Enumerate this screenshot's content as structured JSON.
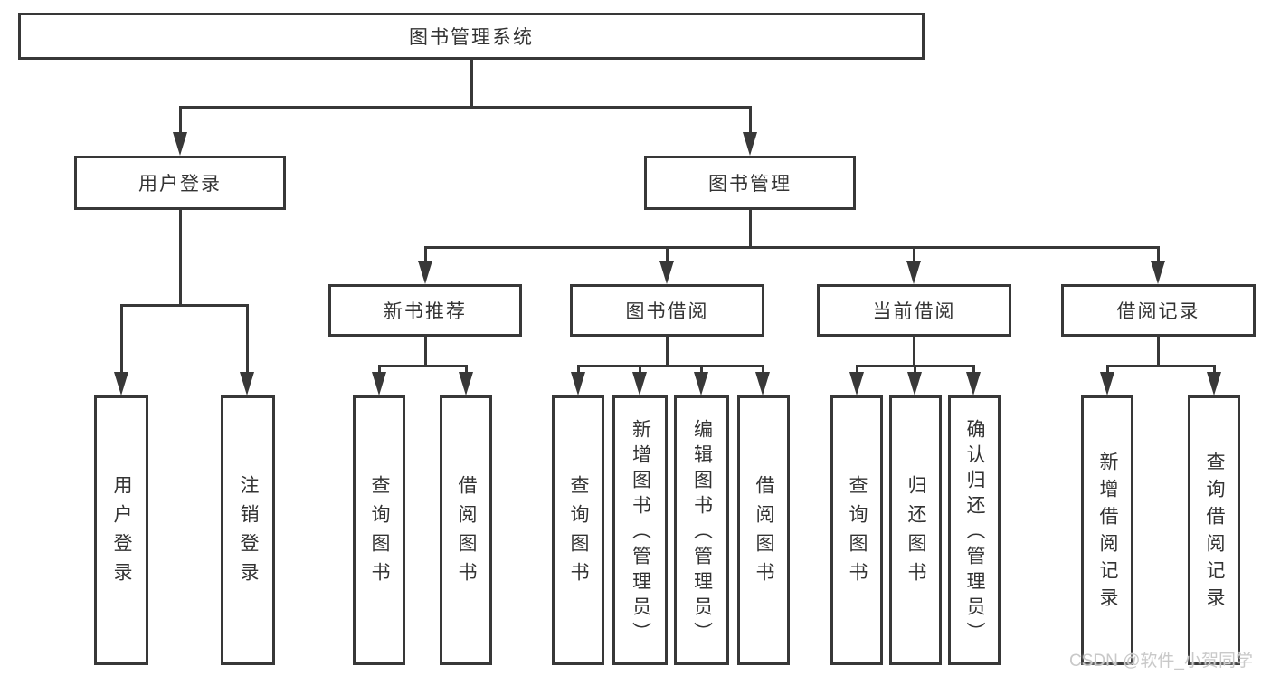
{
  "tree": {
    "label": "图书管理系统",
    "children": [
      {
        "label": "用户登录",
        "children": [
          {
            "label": "用户登录"
          },
          {
            "label": "注销登录"
          }
        ]
      },
      {
        "label": "图书管理",
        "children": [
          {
            "label": "新书推荐",
            "children": [
              {
                "label": "查询图书"
              },
              {
                "label": "借阅图书"
              }
            ]
          },
          {
            "label": "图书借阅",
            "children": [
              {
                "label": "查询图书"
              },
              {
                "label": "新增图书（管理员）"
              },
              {
                "label": "编辑图书（管理员）"
              },
              {
                "label": "借阅图书"
              }
            ]
          },
          {
            "label": "当前借阅",
            "children": [
              {
                "label": "查询图书"
              },
              {
                "label": "归还图书"
              },
              {
                "label": "确认归还（管理员）"
              }
            ]
          },
          {
            "label": "借阅记录",
            "children": [
              {
                "label": "新增借阅记录"
              },
              {
                "label": "查询借阅记录"
              }
            ]
          }
        ]
      }
    ]
  },
  "watermark": {
    "text": "CSDN @软件_小贺同学"
  },
  "colors": {
    "line": "#383838",
    "text": "#333333",
    "background": "#ffffff",
    "watermark": "#c9c9c9"
  }
}
